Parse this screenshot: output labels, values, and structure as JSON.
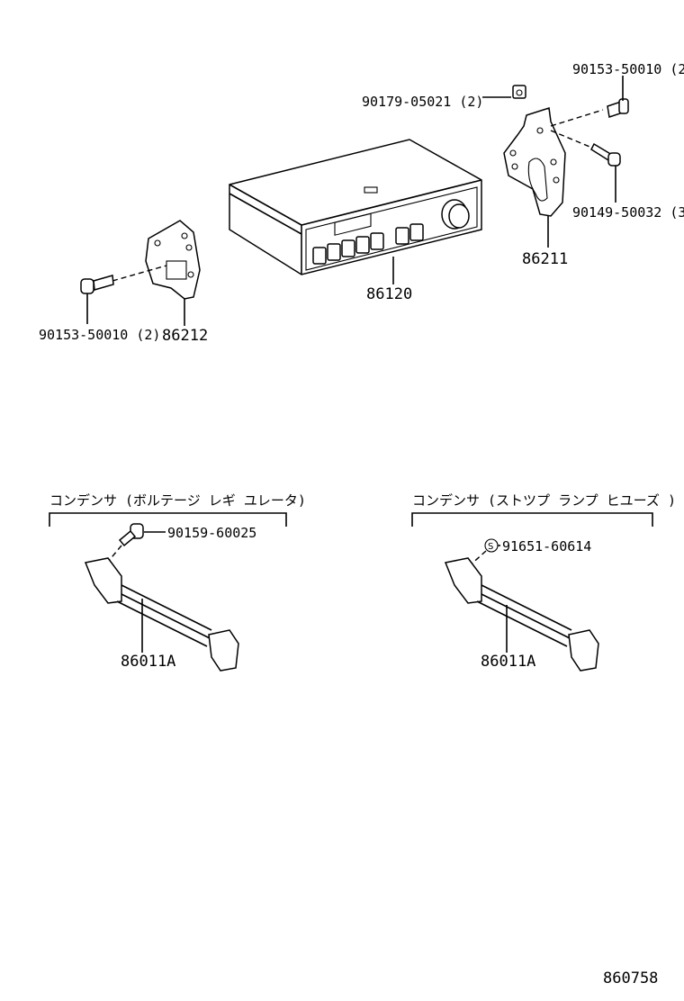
{
  "diagram_code": "860758",
  "parts": {
    "bolt_right_top": "90153-50010 (2",
    "nut_clip": "90179-05021 (2)",
    "screw_right": "90149-50032 (3",
    "bracket_right": "86211",
    "radio_unit": "86120",
    "bolt_left": "90153-50010 (2)",
    "bracket_left": "86212"
  },
  "groups": [
    {
      "heading": "コンデンサ (ボルテージ レギ ユレータ)",
      "fastener": "90159-60025",
      "part": "86011A"
    },
    {
      "heading": "コンデンサ (ストツプ ランプ  ヒユーズ )",
      "fastener": "91651-60614",
      "fastener_mark": "S",
      "part": "86011A"
    }
  ]
}
